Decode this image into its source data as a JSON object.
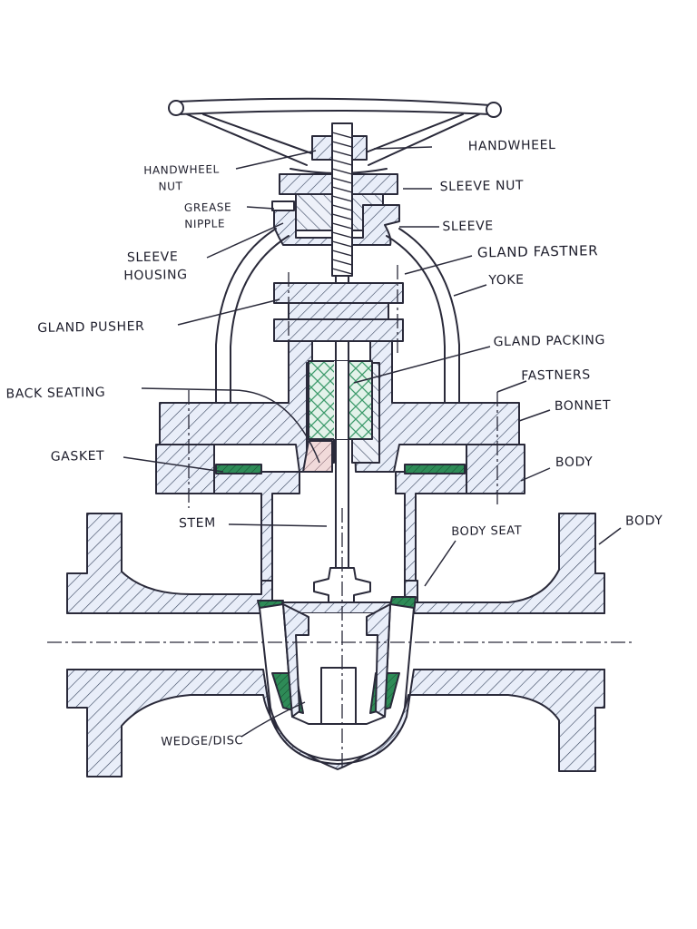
{
  "labels": {
    "handwheel": "HANDWHEEL",
    "handwheel_nut_1": "HANDWHEEL",
    "handwheel_nut_2": "NUT",
    "sleeve_nut": "SLEEVE NUT",
    "grease_nipple_1": "GREASE",
    "grease_nipple_2": "NIPPLE",
    "sleeve": "SLEEVE",
    "sleeve_housing_1": "SLEEVE",
    "sleeve_housing_2": "HOUSING",
    "gland_fastner": "GLAND  FASTNER",
    "yoke": "YOKE",
    "gland_pusher": "GLAND PUSHER",
    "gland_packing": "GLAND PACKING",
    "back_seating": "BACK SEATING",
    "fastners": "FASTNERS",
    "bonnet": "BONNET",
    "gasket": "GASKET",
    "body_right": "BODY",
    "stem": "STEM",
    "body_seat": "BODY SEAT",
    "body_far": "BODY",
    "wedge_disc": "WEDGE/DISC"
  },
  "colors": {
    "ink": "#2a2a3a",
    "body_hatch_tint": "#e7ecf8",
    "bonnet_tint": "#edf0f8",
    "back_seat_pink": "#f1dada",
    "seal_green": "#2e8b57",
    "packing_green": "#3c9a6a"
  }
}
